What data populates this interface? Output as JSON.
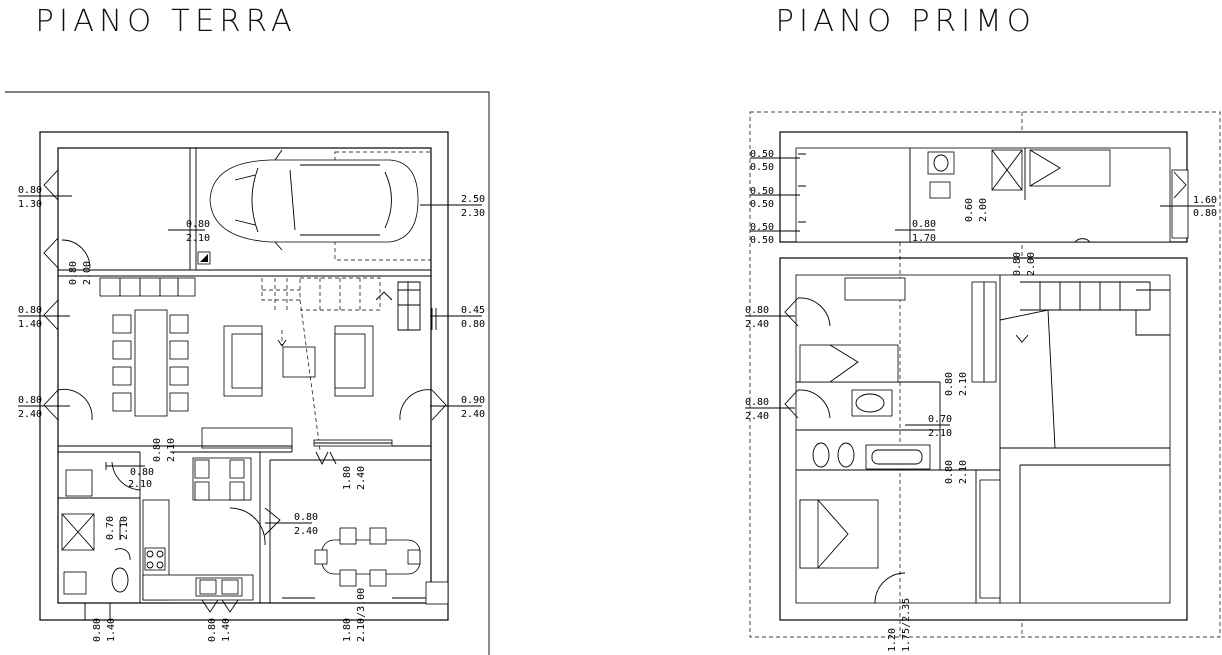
{
  "titles": {
    "ground": "PIANO TERRA",
    "first": "PIANO PRIMO"
  },
  "ground_floor": {
    "labels": [
      {
        "top": "0.80",
        "bottom": "1.30"
      },
      {
        "top": "0.80",
        "bottom": "2.10"
      },
      {
        "top": "2.50",
        "bottom": "2.30"
      },
      {
        "top": "0.80",
        "bottom": "2.00"
      },
      {
        "top": "0.80",
        "bottom": "1.40"
      },
      {
        "top": "0.45",
        "bottom": "0.80"
      },
      {
        "top": "0.80",
        "bottom": "2.40"
      },
      {
        "top": "0.90",
        "bottom": "2.40"
      },
      {
        "top": "0.80",
        "bottom": "2.10"
      },
      {
        "top": "0.80",
        "bottom": "2.10"
      },
      {
        "top": "1.80",
        "bottom": "2.40"
      },
      {
        "top": "0.70",
        "bottom": "2.10"
      },
      {
        "top": "0.80",
        "bottom": "2.40"
      },
      {
        "top": "0.80",
        "bottom": "1.40"
      },
      {
        "top": "0.80",
        "bottom": "1.40"
      },
      {
        "top": "1.80",
        "bottom": "2.10/3.00"
      }
    ]
  },
  "first_floor": {
    "labels": [
      {
        "top": "0.50",
        "bottom": "0.50"
      },
      {
        "top": "0.50",
        "bottom": "0.50"
      },
      {
        "top": "0.50",
        "bottom": "0.50"
      },
      {
        "top": "0.80",
        "bottom": "1.70"
      },
      {
        "top": "0.60",
        "bottom": "2.00"
      },
      {
        "top": "0.80",
        "bottom": "2.00"
      },
      {
        "top": "1.60",
        "bottom": "0.80"
      },
      {
        "top": "0.80",
        "bottom": "2.40"
      },
      {
        "top": "0.80",
        "bottom": "2.10"
      },
      {
        "top": "0.80",
        "bottom": "2.40"
      },
      {
        "top": "0.70",
        "bottom": "2.10"
      },
      {
        "top": "0.80",
        "bottom": "2.10"
      },
      {
        "top": "1.20",
        "bottom": "1.75/2.35"
      }
    ]
  }
}
